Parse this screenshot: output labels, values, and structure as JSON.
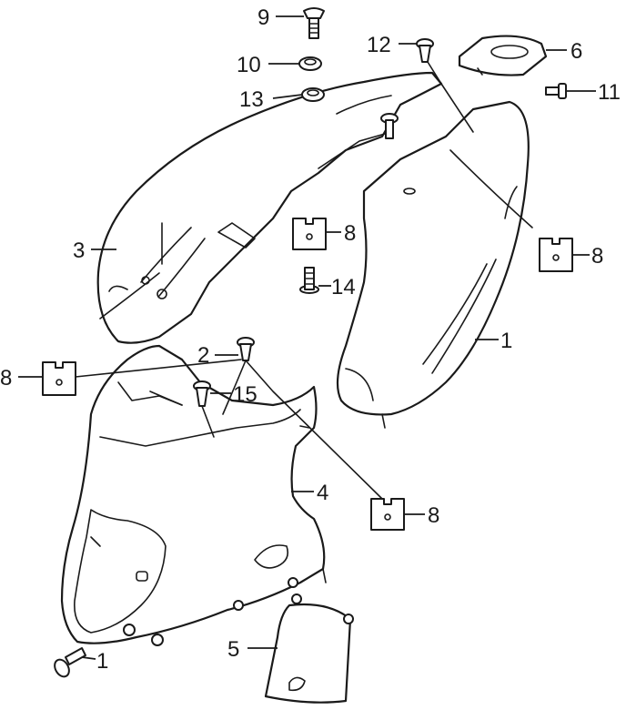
{
  "callouts": {
    "c1": "1",
    "c1b": "1",
    "c2": "2",
    "c3": "3",
    "c4": "4",
    "c5": "5",
    "c6": "6",
    "c8a": "8",
    "c8b": "8",
    "c8c": "8",
    "c8d": "8",
    "c9": "9",
    "c10": "10",
    "c11": "11",
    "c12": "12",
    "c13": "13",
    "c14": "14",
    "c15": "15"
  },
  "colors": {
    "line": "#1a1a1a",
    "background": "#ffffff"
  }
}
